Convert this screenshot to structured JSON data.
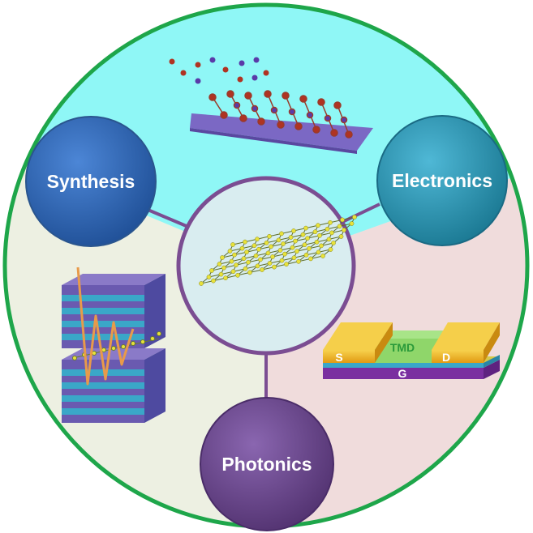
{
  "title": "",
  "colors": {
    "ring": "#1ea64a",
    "top_sector": "#8ff7f6",
    "left_sector": "#edf0e2",
    "right_sector": "#f0dcdc",
    "center_fill": "#d9edf0",
    "connector": "#7b4d92",
    "synthesis_node": "#2f66b4",
    "electronics_node": "#2597b8",
    "photonics_node": "#6b4590",
    "substrate": "#7b68c4",
    "atom_yellow": "#e8e23a",
    "atom_red": "#b03322",
    "atom_purple": "#5a3aa8",
    "tmd_layer": "#8fd66a",
    "contact_gold": "#f0b82a",
    "gate_purple": "#7a2fa0"
  },
  "nodes": {
    "synthesis": {
      "label": "Synthesis",
      "icon": "deposition-icon"
    },
    "electronics": {
      "label": "Electronics",
      "icon": "transistor-icon"
    },
    "photonics": {
      "label": "Photonics",
      "icon": "laser-icon"
    },
    "center": {
      "icon": "tmd-monolayer-icon"
    }
  },
  "device": {
    "source_label": "S",
    "drain_label": "D",
    "channel_label": "TMD",
    "gate_label": "G"
  }
}
